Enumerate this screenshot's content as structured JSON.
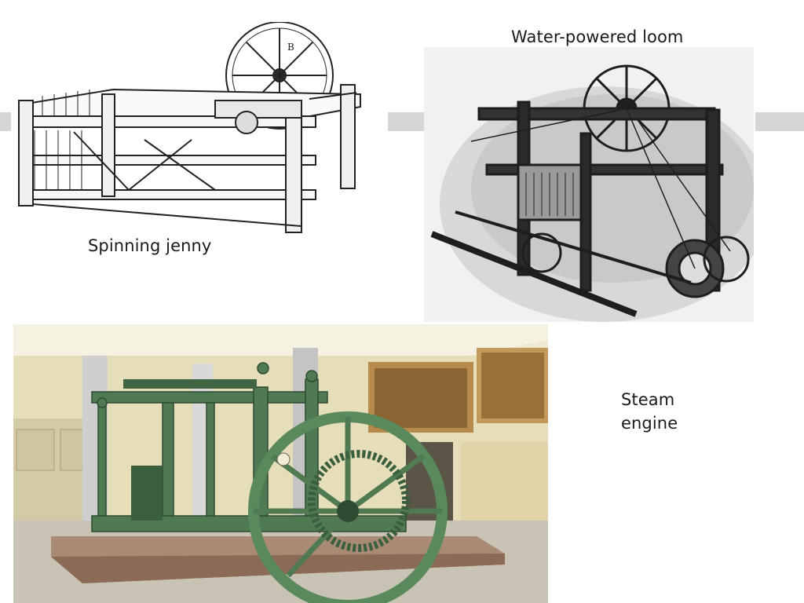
{
  "captions": {
    "loom": "Water-powered loom",
    "jenny": "Spinning jenny",
    "steam_line1": "Steam",
    "steam_line2": "engine"
  },
  "colors": {
    "accent_bar": "#d6d6d6",
    "text": "#1a1a1a",
    "engine_green": "#4f7a52",
    "wall_cream": "#e8e1c4"
  },
  "images": {
    "jenny": "engraving of spinning jenny",
    "loom": "engraving of water-powered loom",
    "steam": "photo of green steam engine in museum hall"
  }
}
